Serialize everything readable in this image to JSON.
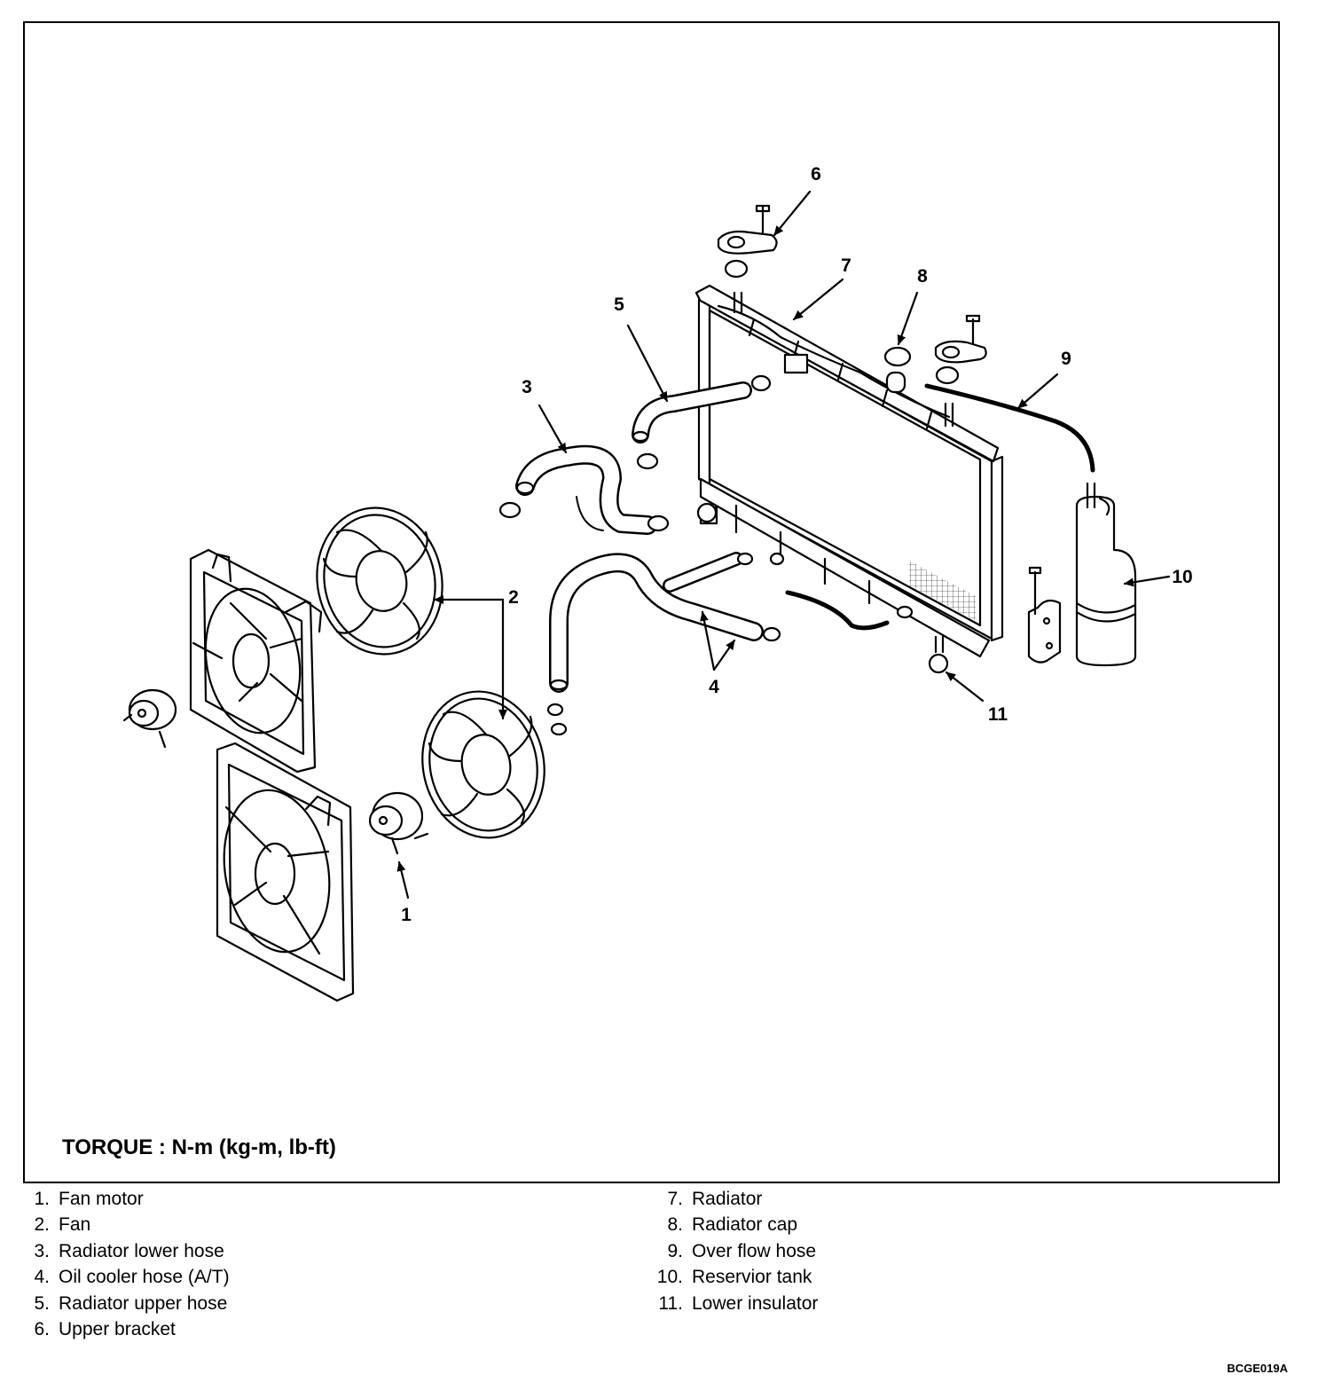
{
  "callouts": {
    "c1": "1",
    "c2": "2",
    "c3": "3",
    "c4": "4",
    "c5": "5",
    "c6": "6",
    "c7": "7",
    "c8": "8",
    "c9": "9",
    "c10": "10",
    "c11": "11"
  },
  "torque_note": "TORQUE : N-m (kg-m, lb-ft)",
  "legend": [
    {
      "num": "1.",
      "label": "Fan motor"
    },
    {
      "num": "2.",
      "label": "Fan"
    },
    {
      "num": "3.",
      "label": "Radiator lower hose"
    },
    {
      "num": "4.",
      "label": "Oil cooler hose (A/T)"
    },
    {
      "num": "5.",
      "label": "Radiator upper hose"
    },
    {
      "num": "6.",
      "label": "Upper bracket"
    },
    {
      "num": "7.",
      "label": "Radiator"
    },
    {
      "num": "8.",
      "label": "Radiator cap"
    },
    {
      "num": "9.",
      "label": "Over flow hose"
    },
    {
      "num": "10.",
      "label": "Reservior tank"
    },
    {
      "num": "11.",
      "label": "Lower insulator"
    }
  ],
  "figure_code": "BCGE019A",
  "colors": {
    "ink": "#000000",
    "paper": "#ffffff"
  }
}
